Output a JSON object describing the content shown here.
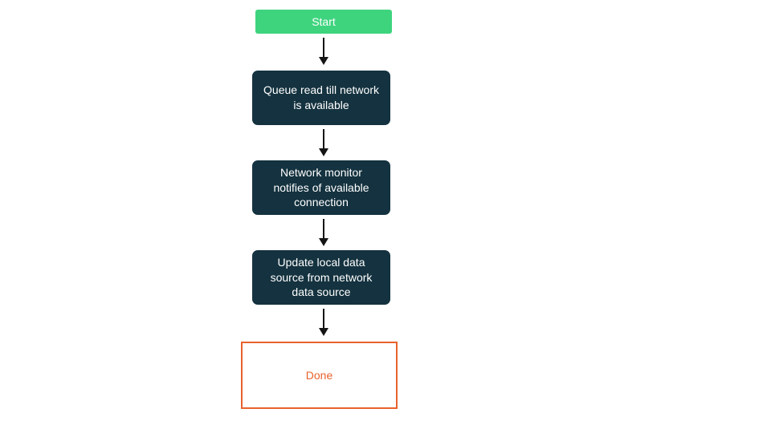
{
  "flowchart": {
    "nodes": [
      {
        "id": "start",
        "type": "start",
        "label": "Start"
      },
      {
        "id": "queue-read",
        "type": "process",
        "label": "Queue read till network is available"
      },
      {
        "id": "network-monitor",
        "type": "process",
        "label": "Network monitor notifies of available connection"
      },
      {
        "id": "update-local",
        "type": "process",
        "label": "Update local data source from network data source"
      },
      {
        "id": "done",
        "type": "end",
        "label": "Done"
      }
    ],
    "connections": [
      {
        "from": "start",
        "to": "queue-read"
      },
      {
        "from": "queue-read",
        "to": "network-monitor"
      },
      {
        "from": "network-monitor",
        "to": "update-local"
      },
      {
        "from": "update-local",
        "to": "done"
      }
    ],
    "colors": {
      "start_fill": "#3ed47e",
      "process_fill": "#14323f",
      "node_text": "#ffffff",
      "done_border": "#e8622d",
      "done_text": "#e8622d",
      "arrow": "#151515",
      "background": "#ffffff"
    }
  }
}
